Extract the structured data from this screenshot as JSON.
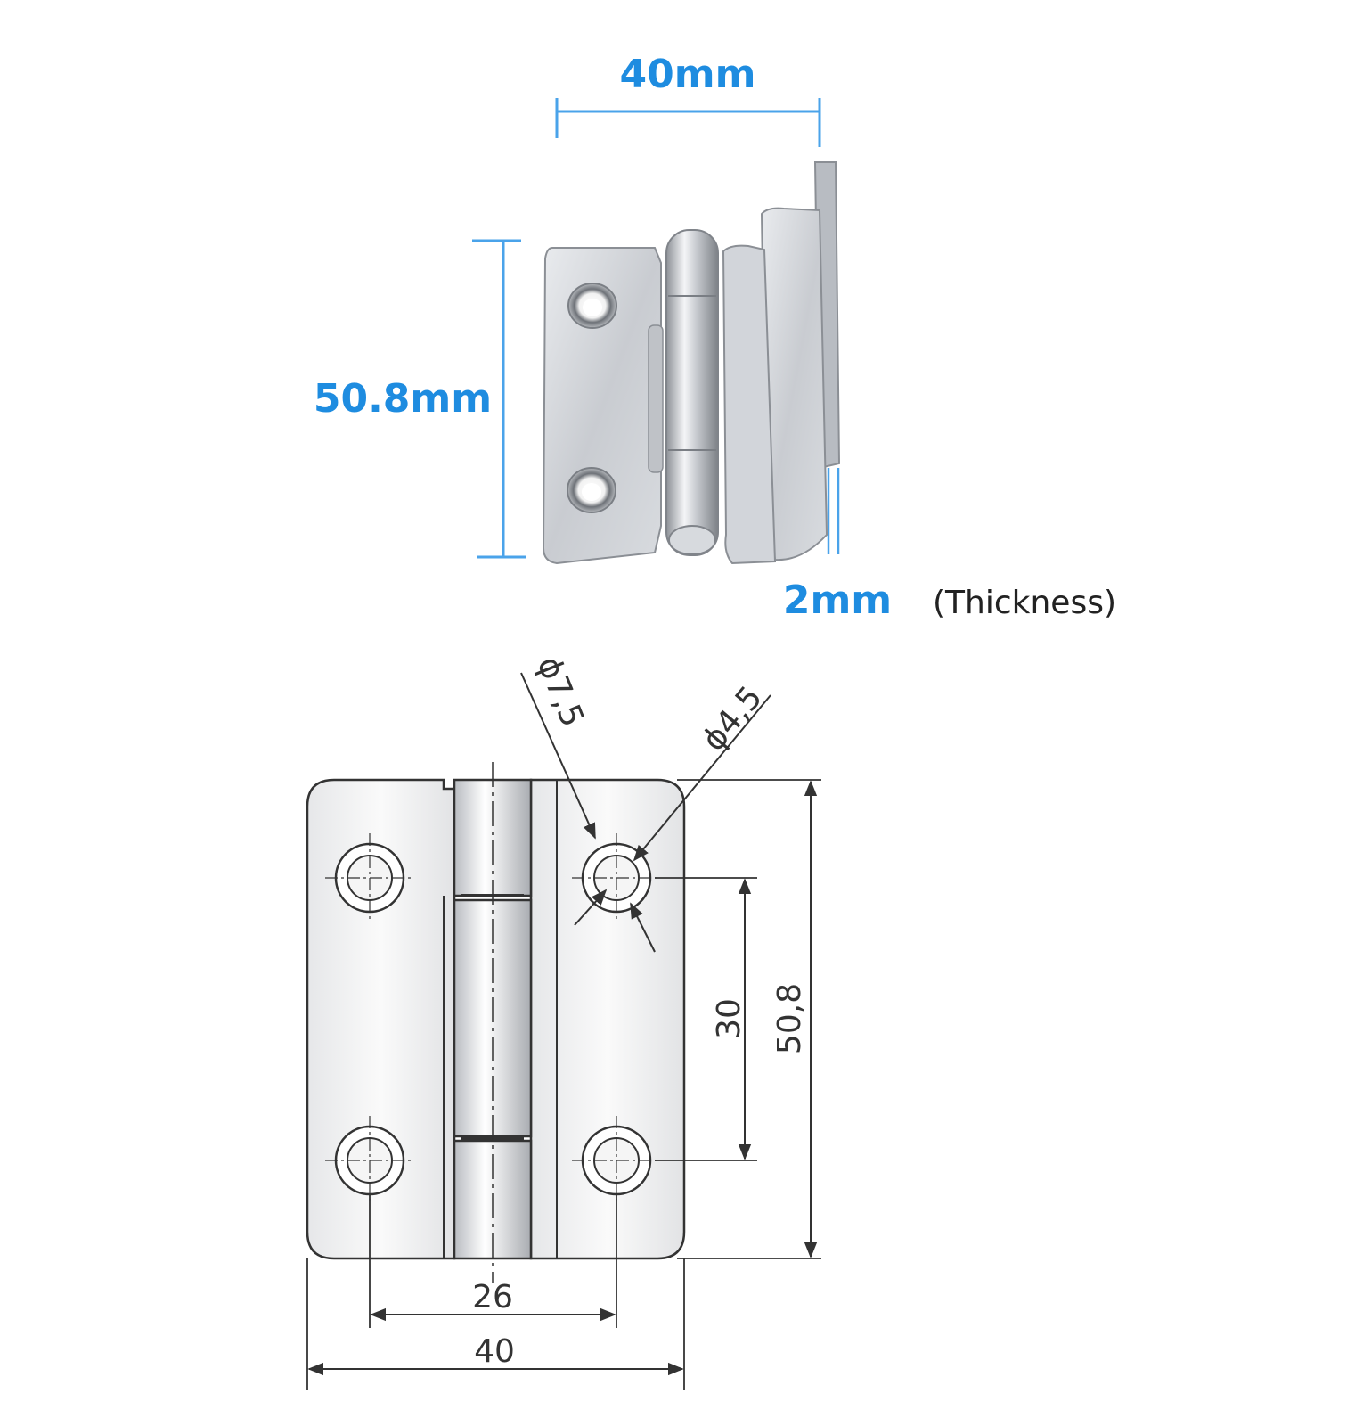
{
  "photo": {
    "width_label": "40mm",
    "height_label": "50.8mm",
    "thickness_label": "2mm",
    "thickness_note": "(Thickness)"
  },
  "drawing": {
    "countersink_dia": "ϕ7,5",
    "hole_dia": "ϕ4,5",
    "hole_spacing_vertical": "30",
    "overall_height": "50,8",
    "hole_spacing_horizontal": "26",
    "overall_width": "40"
  },
  "colors": {
    "accent": "#1e8ce0",
    "line": "#333333"
  }
}
